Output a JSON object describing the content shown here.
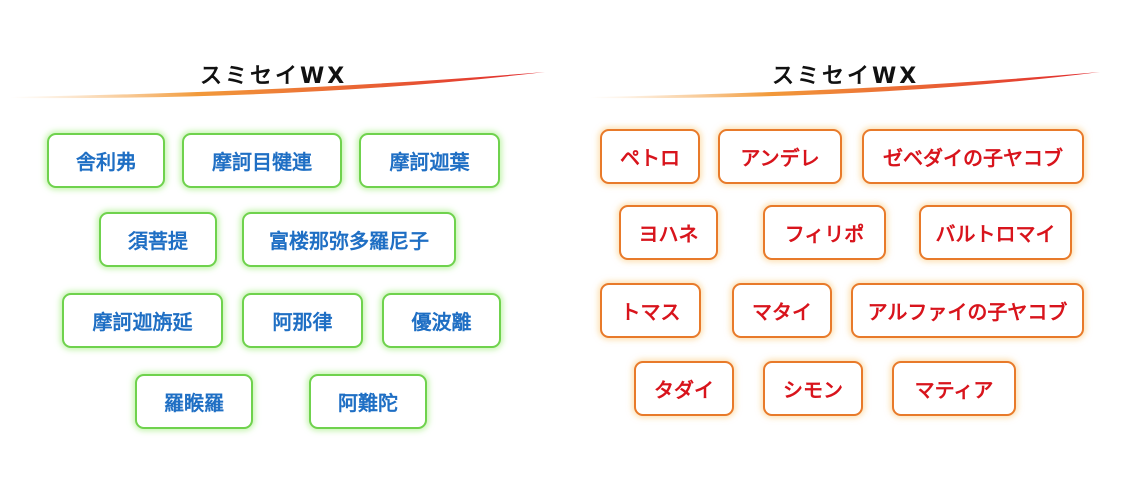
{
  "left_panel": {
    "title": "スミセイWX",
    "accent": "#e0282e",
    "text_color": "#1f6fc4",
    "border_color": "#6fd24d",
    "tags": [
      "舎利弗",
      "摩訶目犍連",
      "摩訶迦葉",
      "須菩提",
      "富楼那弥多羅尼子",
      "摩訶迦旃延",
      "阿那律",
      "優波離",
      "羅睺羅",
      "阿難陀"
    ]
  },
  "right_panel": {
    "title": "スミセイWX",
    "accent": "#e0282e",
    "text_color": "#d8141c",
    "border_color": "#e87a2a",
    "tags": [
      "ペトロ",
      "アンデレ",
      "ゼベダイの子ヤコブ",
      "ヨハネ",
      "フィリポ",
      "バルトロマイ",
      "トマス",
      "マタイ",
      "アルファイの子ヤコブ",
      "タダイ",
      "シモン",
      "マティア"
    ]
  }
}
